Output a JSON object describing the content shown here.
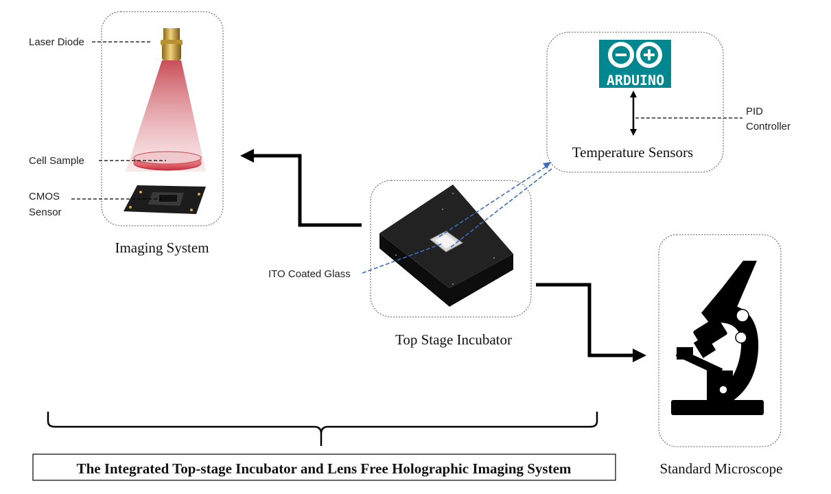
{
  "imaging": {
    "label_laser": "Laser Diode",
    "label_cell": "Cell Sample",
    "label_cmos_1": "CMOS",
    "label_cmos_2": "Sensor",
    "caption": "Imaging System"
  },
  "temperature": {
    "logo_text": "ARDUINO",
    "pid_1": "PID",
    "pid_2": "Controller",
    "caption": "Temperature Sensors"
  },
  "incubator": {
    "ito_label": "ITO Coated Glass",
    "caption": "Top Stage Incubator"
  },
  "microscope": {
    "caption": "Standard Microscope"
  },
  "bottom": {
    "title": "The Integrated Top-stage Incubator and Lens Free Holographic Imaging System"
  },
  "colors": {
    "arduino": "#00878f",
    "laser_beam": "#c8474f",
    "dashed_blue": "#3b6bbf"
  }
}
